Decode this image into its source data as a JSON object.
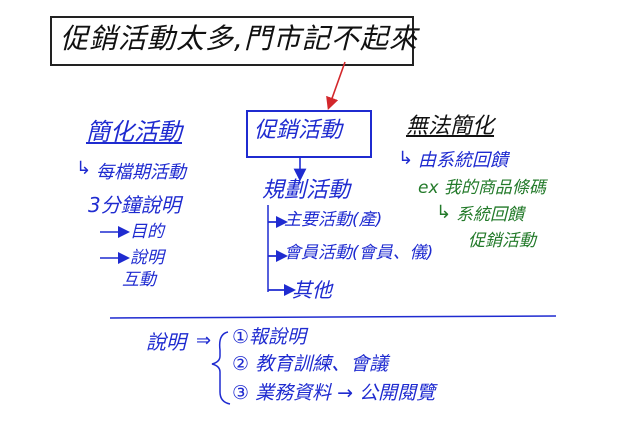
{
  "title": "促銷活動太多,門市記不起來",
  "center": {
    "label": "促銷活動",
    "sub_title": "規劃活動",
    "items": [
      "主要活動(產)",
      "會員活動(會員、儀)",
      "其他"
    ]
  },
  "left": {
    "title": "簡化活動",
    "line1": "每檔期活動",
    "line2": "3分鐘說明",
    "items": [
      "目的",
      "說明",
      "互動"
    ]
  },
  "right": {
    "title": "無法簡化",
    "line1": "由系統回饋",
    "line2": "ex 我的商品條碼",
    "line3": "系統回饋",
    "line4": "促銷活動"
  },
  "bottom": {
    "label": "說明",
    "items": [
      "①報說明",
      "② 教育訓練、會議",
      "③ 業務資料 → 公開閱覽"
    ]
  },
  "colors": {
    "ink": "#111111",
    "blue": "#1f2bd0",
    "green": "#237a2a",
    "red": "#d3272b"
  }
}
